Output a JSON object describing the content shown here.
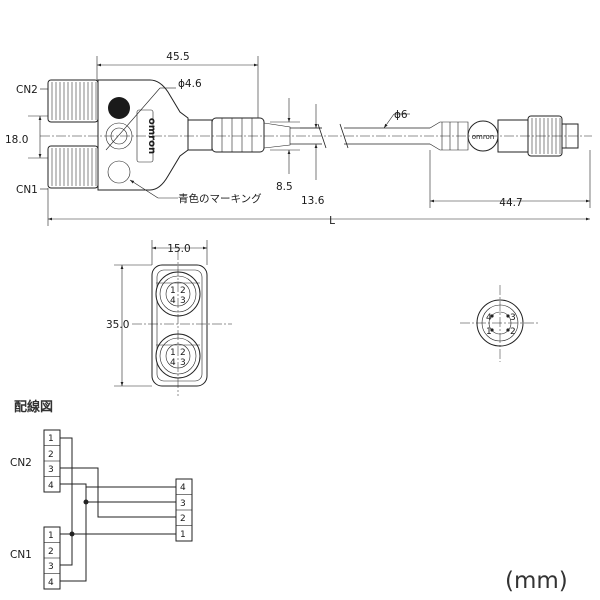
{
  "labels": {
    "cn2": "CN2",
    "cn1": "CN1",
    "marking": "青色のマーキング",
    "brand": "omron",
    "wiring_title": "配線図",
    "unit": "(mm)"
  },
  "dimensions": {
    "width_45_5": "45.5",
    "dia_4_6": "ϕ4.6",
    "height_18": "18.0",
    "dia_6": "ϕ6",
    "d_8_5": "8.5",
    "d_13_6": "13.6",
    "d_44_7": "44.7",
    "length": "L",
    "front_width": "15.0",
    "front_height": "35.0"
  },
  "pins": {
    "front_top": [
      "1",
      "2",
      "4",
      "3"
    ],
    "front_bottom": [
      "1",
      "2",
      "4",
      "3"
    ],
    "end_view": [
      "4",
      "3",
      "1",
      "2"
    ],
    "cn2_terminals": [
      "1",
      "2",
      "3",
      "4"
    ],
    "cn1_terminals": [
      "1",
      "2",
      "3",
      "4"
    ],
    "out_terminals": [
      "4",
      "3",
      "2",
      "1"
    ]
  }
}
